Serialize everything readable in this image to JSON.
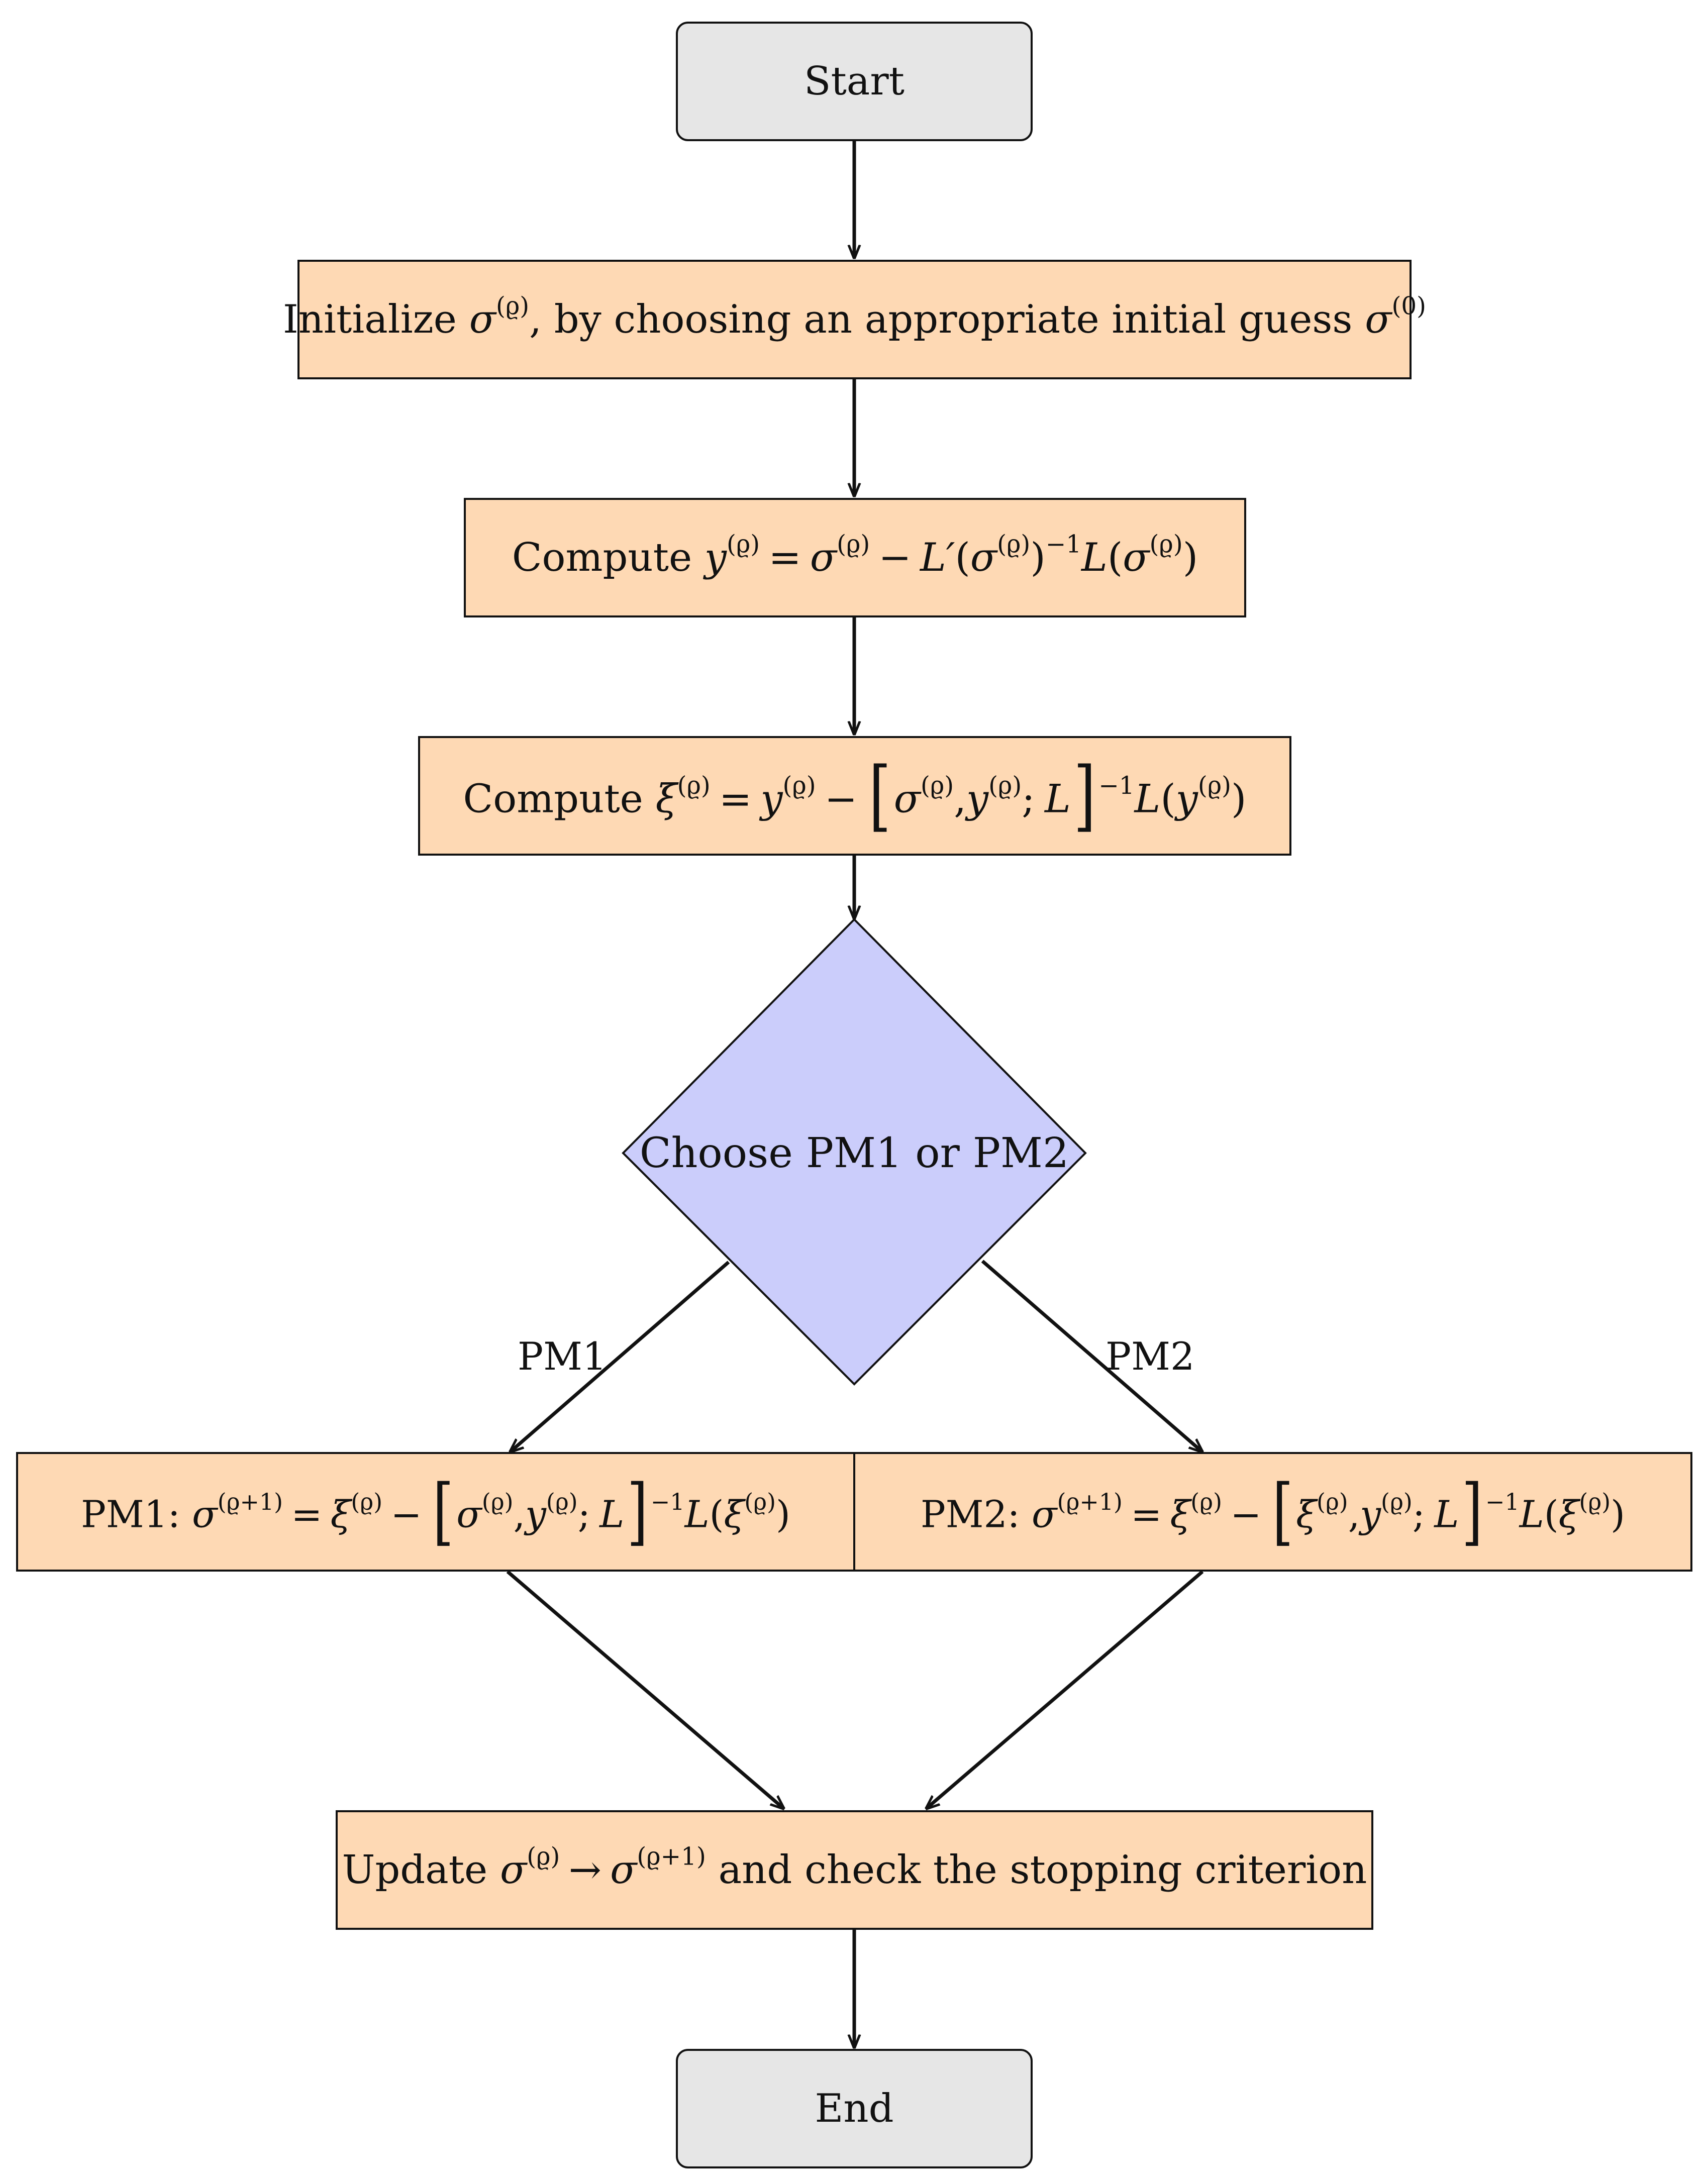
{
  "diagram": {
    "start": "Start",
    "end": "End",
    "init": {
      "prefix": "Initialize",
      "mid": ", by choosing an appropriate initial guess",
      "sup_rho": "(ϱ)",
      "sup_zero": "(0)"
    },
    "step1": {
      "prefix": "Compute"
    },
    "step2": {
      "prefix": "Compute"
    },
    "decision": "Choose PM1 or PM2",
    "edge_labels": {
      "left": "PM1",
      "right": "PM2"
    },
    "pm1": {
      "prefix": "PM1:",
      "sup_next": "(ϱ+1)"
    },
    "pm2": {
      "prefix": "PM2:"
    },
    "update": {
      "prefix": "Update",
      "suffix": "and check the stopping criterion"
    },
    "symbols": {
      "sigma": "σ",
      "xi": "ξ",
      "y": "y",
      "L": "L",
      "Lprime": "L′",
      "sup_rho": "(ϱ)",
      "sup_next": "(ϱ+1)",
      "sup_inv": "−1",
      "minus": "−",
      "equals": "=",
      "arrow": "→"
    }
  },
  "colors": {
    "terminal_fill": "#e6e6e6",
    "process_fill": "#fed9b4",
    "decision_fill": "#cbcdfb",
    "stroke": "#111111"
  }
}
